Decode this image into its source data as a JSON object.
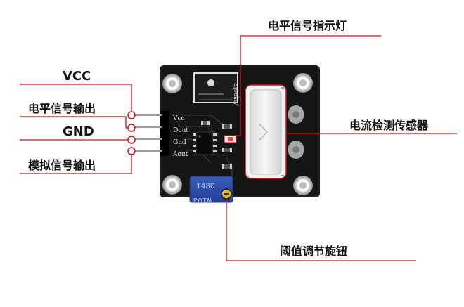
{
  "callouts": {
    "indicator_led": "电平信号指示灯",
    "vcc": "VCC",
    "level_output": "电平信号输出",
    "gnd": "GND",
    "analog_output": "模拟信号输出",
    "current_sensor": "电流检测传感器",
    "threshold_pot": "阈值调节旋钮"
  },
  "board": {
    "pins": [
      "Vcc",
      "Dout",
      "Gnd",
      "Aout"
    ],
    "chip_marking": "ZJ06kty",
    "pot_line1": "143C",
    "pot_line2": "W103"
  },
  "colors": {
    "callout_line": "#c0161f",
    "board": "#151515",
    "pot": "#2f4fa8"
  }
}
